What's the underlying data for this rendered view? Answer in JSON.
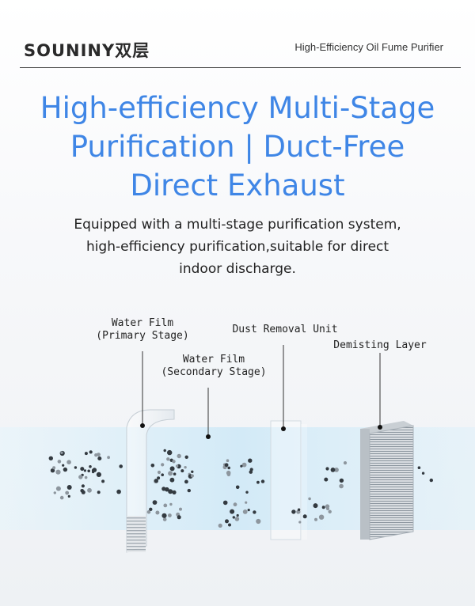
{
  "header": {
    "brand": "SOUNINY双层",
    "subtitle": "High-Efficiency Oil Fume Purifier"
  },
  "headline": {
    "line1": "High-efficiency Multi-Stage",
    "line2": "Purification | Duct-Free",
    "line3": "Direct Exhaust"
  },
  "description": {
    "line1": "Equipped with a multi-stage purification system,",
    "line2": "high-efficiency purification,suitable for direct",
    "line3": "indoor discharge."
  },
  "diagram": {
    "labels": {
      "water_film_primary_1": "Water Film",
      "water_film_primary_2": "(Primary Stage)",
      "dust_removal": "Dust Removal Unit",
      "water_film_secondary_1": "Water Film",
      "water_film_secondary_2": "(Secondary Stage)",
      "demisting": "Demisting Layer"
    },
    "colors": {
      "accent": "#3f86e6",
      "airflow": "#cfe9f7"
    }
  }
}
